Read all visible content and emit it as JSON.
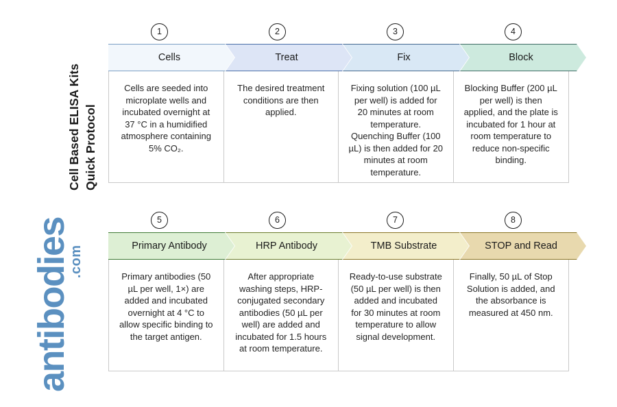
{
  "title": {
    "line1": "Cell Based ELISA Kits",
    "line2": "Quick Protocol"
  },
  "logo": {
    "word": "antibodies",
    "suffix": ".com",
    "color": "#5b90c0"
  },
  "rows": [
    {
      "row_id": "row-1",
      "steps": [
        {
          "number": "1",
          "label": "Cells",
          "description": "Cells are seeded into microplate wells and incubated overnight at 37 °C in a humidified atmosphere containing 5% CO₂.",
          "fill": "#f2f7fc",
          "stroke": "#7c9fc4"
        },
        {
          "number": "2",
          "label": "Treat",
          "description": "The desired treatment conditions are then applied.",
          "fill": "#dde5f6",
          "stroke": "#4a6fa8"
        },
        {
          "number": "3",
          "label": "Fix",
          "description": "Fixing solution (100 µL per well) is added for 20 minutes at room temperature. Quenching Buffer (100 µL) is then added for 20 minutes at room temperature.",
          "fill": "#d9e8f5",
          "stroke": "#44688f"
        },
        {
          "number": "4",
          "label": "Block",
          "description": "Blocking Buffer (200 µL per well) is then applied, and the plate is incubated for 1 hour at room temperature to reduce non-specific binding.",
          "fill": "#cdeade",
          "stroke": "#3f6b66"
        }
      ]
    },
    {
      "row_id": "row-2",
      "steps": [
        {
          "number": "5",
          "label": "Primary Antibody",
          "description": "Primary antibodies (50 µL per well, 1×) are added and incubated overnight at 4 °C to allow specific binding to the target antigen.",
          "fill": "#ddefd4",
          "stroke": "#3f7a36"
        },
        {
          "number": "6",
          "label": "HRP Antibody",
          "description": "After appropriate washing steps, HRP-conjugated secondary antibodies (50 µL per well) are added and incubated for 1.5 hours at room temperature.",
          "fill": "#e8f2d2",
          "stroke": "#6c7c2e"
        },
        {
          "number": "7",
          "label": "TMB Substrate",
          "description": "Ready-to-use substrate (50 µL per well) is then added and incubated for 30 minutes at room temperature to allow signal development.",
          "fill": "#f3eecb",
          "stroke": "#8a7526"
        },
        {
          "number": "8",
          "label": "STOP and Read",
          "description": "Finally, 50 µL of Stop Solution is added, and the absorbance is measured at 450 nm.",
          "fill": "#e8d9ae",
          "stroke": "#8a7526"
        }
      ]
    }
  ]
}
